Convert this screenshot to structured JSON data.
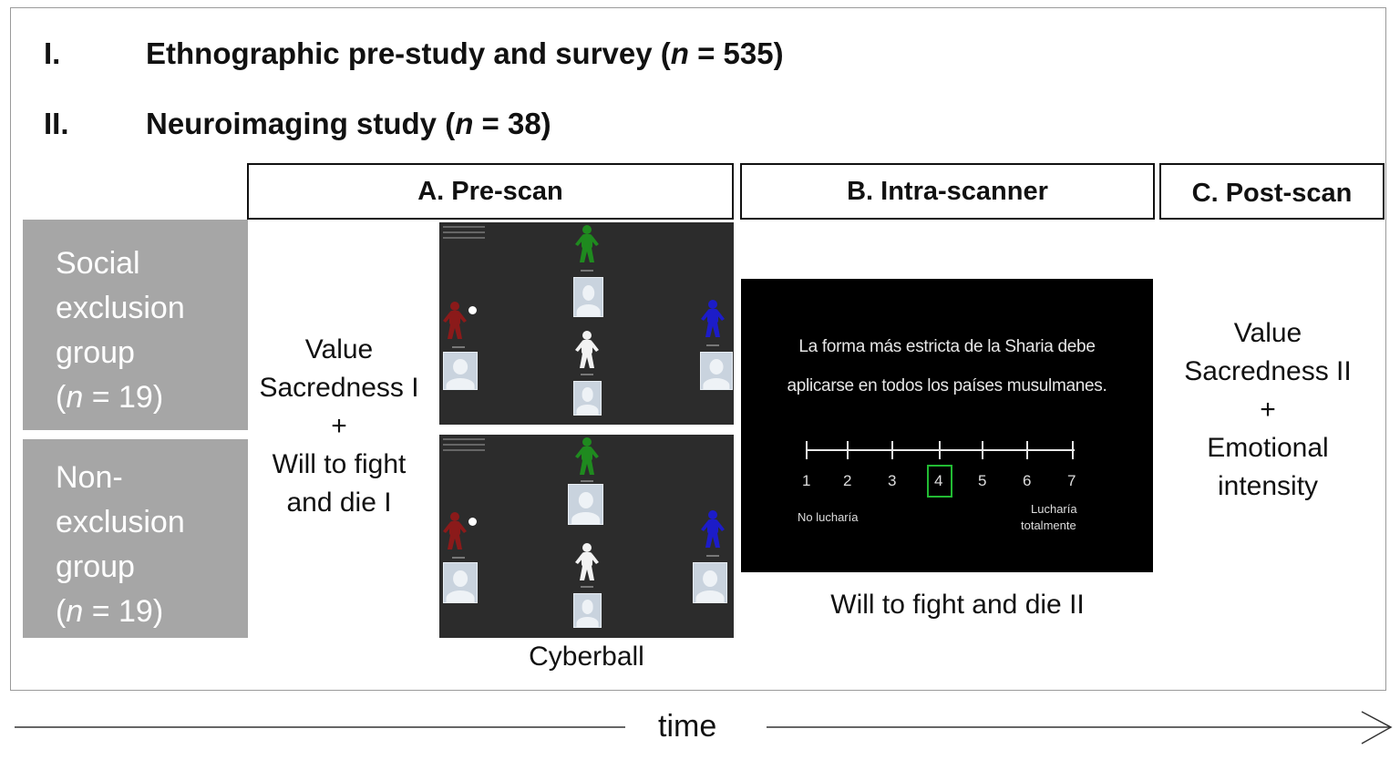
{
  "studies": [
    {
      "num": "I.",
      "title": "Ethnographic pre-study and survey (",
      "n_sym": "n",
      "n_rest": " = 535)"
    },
    {
      "num": "II.",
      "title": "Neuroimaging study (",
      "n_sym": "n",
      "n_rest": " = 38)"
    }
  ],
  "phases": {
    "a": "A. Pre-scan",
    "b": "B. Intra-scanner",
    "c": "C. Post-scan"
  },
  "groups": [
    {
      "lines": [
        "Social",
        "exclusion",
        "group"
      ],
      "n_open": "(",
      "n_sym": "n",
      "n_rest": " = 19)"
    },
    {
      "lines": [
        "Non-",
        "exclusion",
        "group"
      ],
      "n_open": "(",
      "n_sym": "n",
      "n_rest": " = 19)"
    }
  ],
  "prescan_measures": [
    "Value",
    "Sacredness I",
    "+",
    "Will to fight",
    "and die I"
  ],
  "cyberball_label": "Cyberball",
  "scanner": {
    "sentence_line1": "La forma más estricta de la Sharia debe",
    "sentence_line2": "aplicarse en todos los países musulmanes.",
    "scale_values": [
      "1",
      "2",
      "3",
      "4",
      "5",
      "6",
      "7"
    ],
    "selected_value": "4",
    "anchor_left": "No lucharía",
    "anchor_right_1": "Lucharía",
    "anchor_right_2": "totalmente",
    "caption": "Will to fight and die II"
  },
  "postscan_measures": [
    "Value",
    "Sacredness II",
    "+",
    "Emotional",
    "intensity"
  ],
  "time_label": "time",
  "colors": {
    "group_fill": "#a6a6a6",
    "player_green": "#1f8a1f",
    "player_red": "#8b1a1a",
    "player_blue": "#1c1cc8",
    "selected_box": "#22bb33"
  },
  "icons": [
    "player-figure-icon",
    "profile-photo-icon",
    "ball-icon",
    "arrowhead-icon"
  ]
}
